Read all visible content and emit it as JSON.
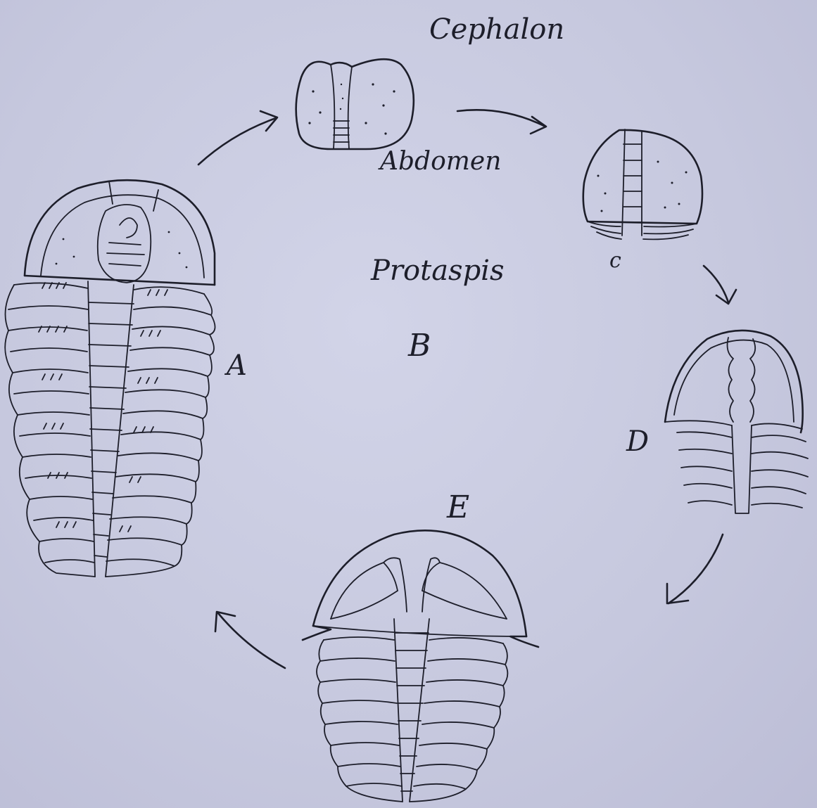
{
  "labels": {
    "cephalon": "Cephalon",
    "abdomen": "Abdomen",
    "protaspis": "Protaspis",
    "stage_a": "A",
    "stage_b": "B",
    "stage_c": "c",
    "stage_d": "D",
    "stage_e": "E"
  },
  "colors": {
    "paper": "#c9cbe0",
    "ink": "#1d1e2a"
  }
}
